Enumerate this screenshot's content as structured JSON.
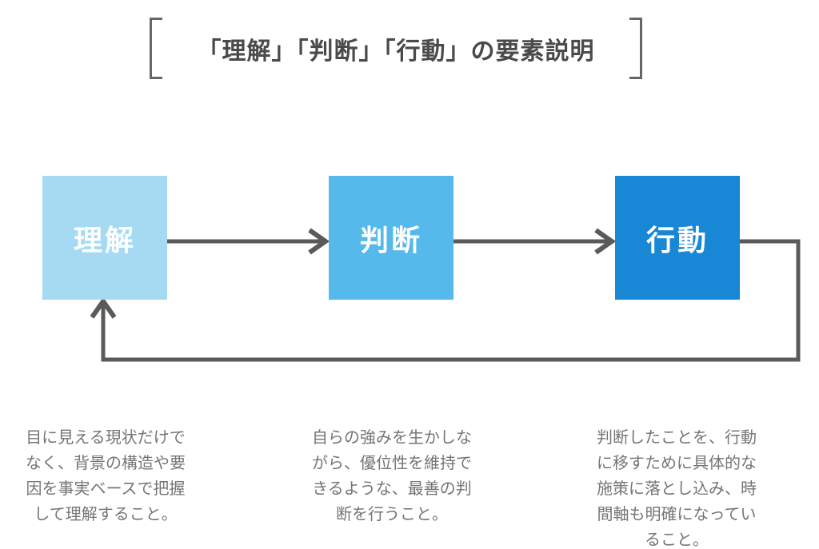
{
  "title": "「理解」「判断」「行動」の要素説明",
  "nodes": [
    {
      "id": "understand",
      "label": "理解",
      "color": "#A6D9F2",
      "description": "目に見える現状だけで\nなく、背景の構造や要\n因を事実ベースで把握\nして理解すること。"
    },
    {
      "id": "judge",
      "label": "判断",
      "color": "#55B9EC",
      "description": "自らの強みを生かしな\nがら、優位性を維持で\nきるような、最善の判\n断を行うこと。"
    },
    {
      "id": "act",
      "label": "行動",
      "color": "#1787D6",
      "description": "判断したことを、行動\nに移すために具体的な\n施策に落とし込み、時\n間軸も明確になってい\nること。"
    }
  ],
  "edges": [
    {
      "from": "understand",
      "to": "judge",
      "type": "forward"
    },
    {
      "from": "judge",
      "to": "act",
      "type": "forward"
    },
    {
      "from": "act",
      "to": "understand",
      "type": "feedback-loop"
    }
  ],
  "colors": {
    "arrow": "#5A5A5A",
    "bracket": "#666666",
    "title_text": "#4A4A4A",
    "body_text": "#757575",
    "node_label_text": "#FFFFFF",
    "background": "#FFFFFF"
  }
}
